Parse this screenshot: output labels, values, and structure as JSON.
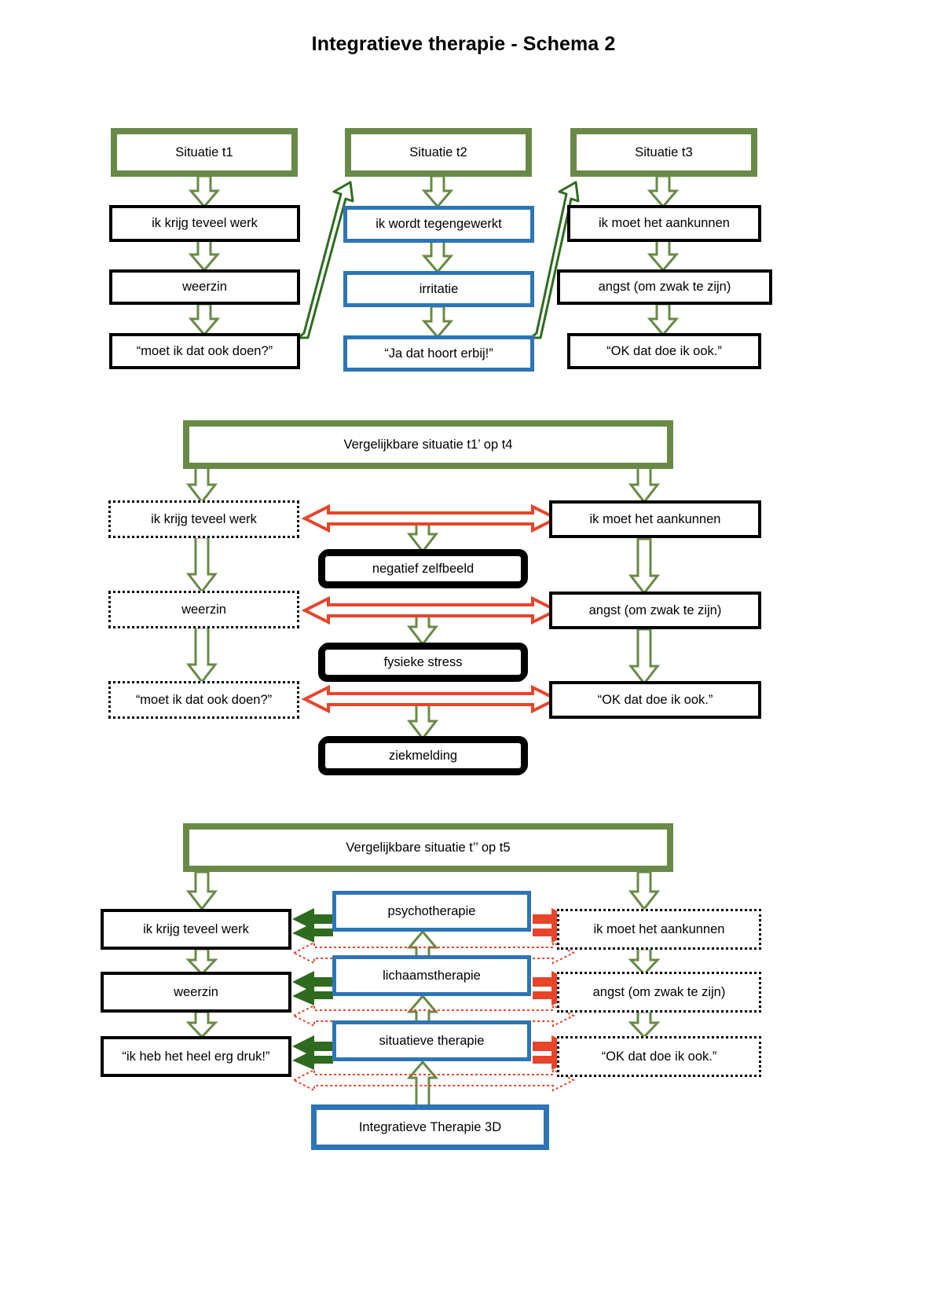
{
  "page": {
    "title": "Integratieve therapie - Schema 2",
    "language": "nl"
  },
  "colors": {
    "green_border": "#688A46",
    "green_arrow_fill": "#FFFFFF",
    "green_arrow_stroke": "#688A46",
    "dark_green_arrow": "#2E6B1E",
    "blue_border": "#2E75B6",
    "red_arrow": "#E8442A",
    "black": "#000000"
  },
  "section_top": {
    "columns": [
      {
        "header": {
          "label": "Situatie t1",
          "style": "green"
        },
        "steps": [
          {
            "label": "ik krijg teveel werk",
            "style": "black"
          },
          {
            "label": "weerzin",
            "style": "black"
          },
          {
            "label": "“moet ik dat ook doen?”",
            "style": "black"
          }
        ]
      },
      {
        "header": {
          "label": "Situatie t2",
          "style": "green"
        },
        "steps": [
          {
            "label": "ik wordt tegengewerkt",
            "style": "blue"
          },
          {
            "label": "irritatie",
            "style": "blue"
          },
          {
            "label": "“Ja dat hoort erbij!”",
            "style": "blue"
          }
        ]
      },
      {
        "header": {
          "label": "Situatie t3",
          "style": "green"
        },
        "steps": [
          {
            "label": "ik moet het aankunnen",
            "style": "black"
          },
          {
            "label": "angst (om zwak te zijn)",
            "style": "black"
          },
          {
            "label": "“OK dat doe ik ook.”",
            "style": "black"
          }
        ]
      }
    ],
    "feedback_arrows": [
      {
        "from": "“moet ik dat ook doen?”",
        "to": "Situatie t2",
        "color": "dark-green"
      },
      {
        "from": "“Ja dat hoort erbij!”",
        "to": "Situatie t3",
        "color": "dark-green"
      }
    ]
  },
  "section_middle": {
    "header": {
      "label": "Vergelijkbare situatie t1’ op t4",
      "style": "green"
    },
    "left_column": [
      {
        "label": "ik krijg teveel werk",
        "style": "dotted"
      },
      {
        "label": "weerzin",
        "style": "dotted"
      },
      {
        "label": "“moet ik dat ook doen?”",
        "style": "dotted"
      }
    ],
    "center_column": [
      {
        "label": "negatief zelfbeeld",
        "style": "scribble"
      },
      {
        "label": "fysieke stress",
        "style": "scribble"
      },
      {
        "label": "ziekmelding",
        "style": "scribble"
      }
    ],
    "right_column": [
      {
        "label": "ik moet het aankunnen",
        "style": "black"
      },
      {
        "label": "angst (om zwak te zijn)",
        "style": "black"
      },
      {
        "label": "“OK dat doe ik ook.”",
        "style": "black"
      }
    ],
    "cross_links": [
      {
        "left": "ik krijg teveel werk",
        "right": "ik moet het aankunnen",
        "type": "double-headed",
        "color": "red"
      },
      {
        "left": "weerzin",
        "right": "angst (om zwak te zijn)",
        "type": "double-headed",
        "color": "red"
      },
      {
        "left": "“moet ik dat ook doen?”",
        "right": "“OK dat doe ik ook.”",
        "type": "double-headed",
        "color": "red"
      }
    ]
  },
  "section_bottom": {
    "header": {
      "label": "Vergelijkbare situatie t’’ op t5",
      "style": "green"
    },
    "left_column": [
      {
        "label": "ik krijg teveel werk",
        "style": "black"
      },
      {
        "label": "weerzin",
        "style": "black"
      },
      {
        "label": "“ik heb het heel erg druk!”",
        "style": "black"
      }
    ],
    "center_column": [
      {
        "label": "psychotherapie",
        "style": "blue"
      },
      {
        "label": "lichaamstherapie",
        "style": "blue"
      },
      {
        "label": "situatieve therapie",
        "style": "blue"
      }
    ],
    "right_column": [
      {
        "label": "ik moet het aankunnen",
        "style": "dotted"
      },
      {
        "label": "angst (om zwak te zijn)",
        "style": "dotted"
      },
      {
        "label": "“OK dat doe ik ook.”",
        "style": "dotted"
      }
    ],
    "foundation": {
      "label": "Integratieve Therapie 3D",
      "style": "blue-thick"
    },
    "therapy_links": [
      {
        "therapy": "psychotherapie",
        "to_left": "dark-green-arrow",
        "to_right": "red-arrow",
        "dashed_red_underlay": true
      },
      {
        "therapy": "lichaamstherapie",
        "to_left": "dark-green-arrow",
        "to_right": "red-arrow",
        "dashed_red_underlay": true
      },
      {
        "therapy": "situatieve therapie",
        "to_left": "dark-green-arrow",
        "to_right": "red-arrow",
        "dashed_red_underlay": true
      }
    ]
  }
}
